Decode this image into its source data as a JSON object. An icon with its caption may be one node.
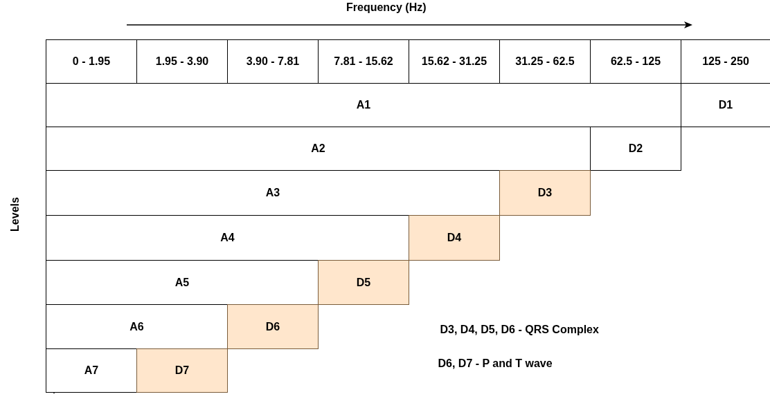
{
  "diagram": {
    "nodes": [
      {
        "text": [
          "0 - 1.95"
        ]
      },
      {
        "text": [
          "1.95 - 3.90"
        ]
      },
      {
        "text": [
          "3.90 - 7.81"
        ]
      },
      {
        "text": [
          "7.81 - 15.62"
        ]
      },
      {
        "text": [
          "15.62 - 31.25"
        ]
      },
      {
        "text": [
          "31.25 - 62.5"
        ]
      },
      {
        "text": [
          "62.5 - 125"
        ]
      },
      {
        "text": [
          "125 - 250"
        ]
      },
      {
        "text": [
          "A1"
        ]
      },
      {
        "text": [
          "D1"
        ]
      },
      {
        "text": [
          "A2"
        ]
      },
      {
        "text": [
          "D2"
        ]
      },
      {
        "text": [
          "A3"
        ]
      },
      {
        "text": [
          "D3"
        ]
      },
      {
        "text": [
          "A4"
        ]
      },
      {
        "text": [
          "D4"
        ]
      },
      {
        "text": [
          "A5"
        ]
      },
      {
        "text": [
          "D5"
        ]
      },
      {
        "text": [
          "A6"
        ]
      },
      {
        "text": [
          "D6"
        ]
      },
      {
        "text": [
          "A7"
        ]
      },
      {
        "text": [
          "D7"
        ]
      }
    ],
    "edges": [],
    "labels": [
      "Frequency (Hz)",
      "Levels",
      "D3, D4, D5, D6 - QRS Complex",
      "D6, D7 - P and T wave"
    ]
  }
}
